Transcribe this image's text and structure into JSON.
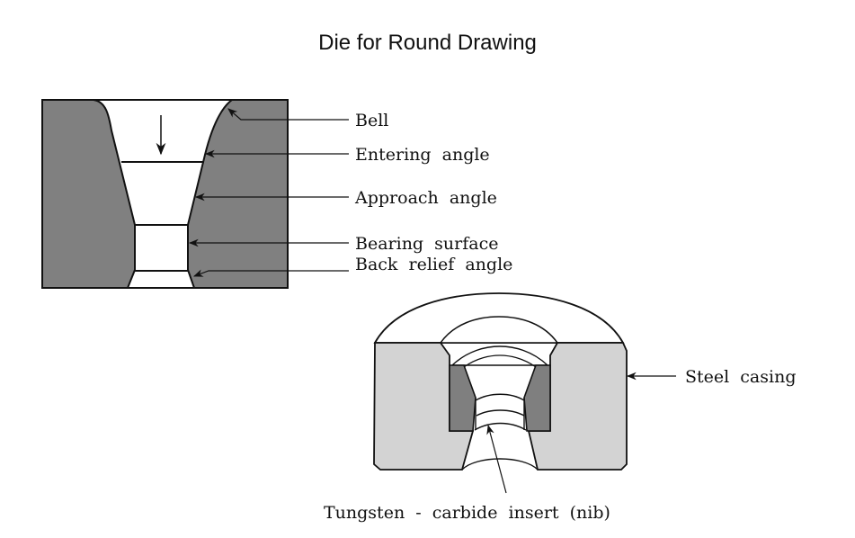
{
  "title": "Die for Round Drawing",
  "colors": {
    "die_dark": "#808080",
    "casing_light": "#d3d3d3",
    "nib_dark": "#7f7f7f",
    "line": "#111111"
  },
  "die_section": {
    "labels": [
      {
        "id": "bell",
        "text": "Bell"
      },
      {
        "id": "entering-angle",
        "text": "Entering  angle"
      },
      {
        "id": "approach-angle",
        "text": "Approach  angle"
      },
      {
        "id": "bearing-surface",
        "text": "Bearing  surface"
      },
      {
        "id": "back-relief-angle",
        "text": "Back  relief  angle"
      }
    ]
  },
  "die_assembly": {
    "labels": [
      {
        "id": "steel-casing",
        "text": "Steel  casing"
      },
      {
        "id": "tungsten-carbide-insert",
        "text": "Tungsten  -  carbide  insert  (nib)"
      }
    ]
  }
}
